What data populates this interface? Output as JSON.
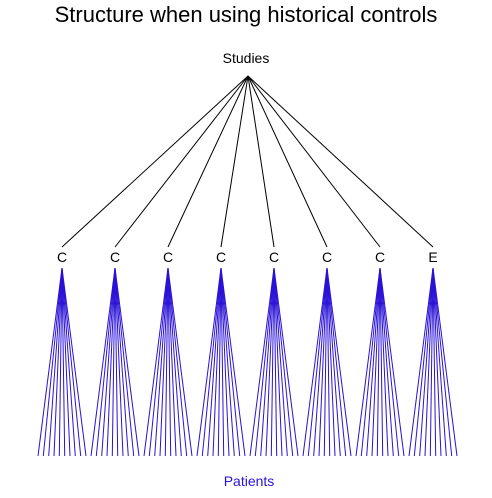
{
  "title": "Structure when using historical controls",
  "root_label": "Studies",
  "groups": [
    {
      "label": "C"
    },
    {
      "label": "C"
    },
    {
      "label": "C"
    },
    {
      "label": "C"
    },
    {
      "label": "C"
    },
    {
      "label": "C"
    },
    {
      "label": "C"
    },
    {
      "label": "E"
    }
  ],
  "patients_per_group": 10,
  "leaf_label": "Patients",
  "colors": {
    "tree_lines": "#000000",
    "patient_lines": "#2a12d6",
    "leaf_label": "#2a12d6",
    "text": "#000000"
  }
}
